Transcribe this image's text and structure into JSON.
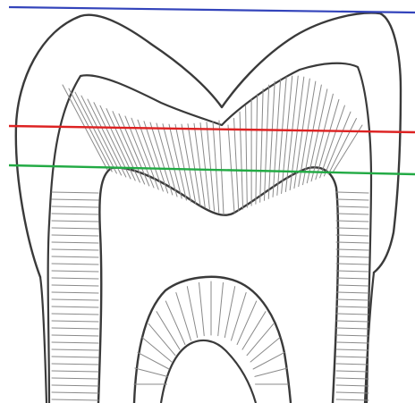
{
  "colors": {
    "background": "#ffffff",
    "pencil": "#3a3a3a",
    "pencil_light": "#8a8a8a",
    "line_top": "#3344bb",
    "line_middle": "#dd2222",
    "line_bottom": "#22aa44"
  },
  "reference_lines": [
    {
      "name": "top-reference-line",
      "color_key": "line_top"
    },
    {
      "name": "middle-reference-line",
      "color_key": "line_middle"
    },
    {
      "name": "bottom-reference-line",
      "color_key": "line_bottom"
    }
  ]
}
